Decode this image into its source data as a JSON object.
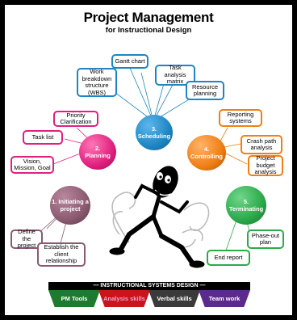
{
  "header": {
    "title": "Project Management",
    "subtitle": "for Instructional Design"
  },
  "phases": [
    {
      "number": "1.",
      "label": "Initiating a project",
      "color": "#8B5A70"
    },
    {
      "number": "2.",
      "label": "Planning",
      "color": "#E0207F"
    },
    {
      "number": "3.",
      "label": "Scheduling",
      "color": "#1E86C4"
    },
    {
      "number": "4.",
      "label": "Controlling",
      "color": "#F07F14"
    },
    {
      "number": "5.",
      "label": "Terminating",
      "color": "#2BAA4A"
    }
  ],
  "tasks": {
    "scheduling": [
      "Gantt chart",
      "Work breakdown structure (WBS)",
      "Task analysis matrix",
      "Resource planning"
    ],
    "planning": [
      "Priority Clarification",
      "Task list",
      "Vision, Mission, Goal"
    ],
    "controlling": [
      "Reporting systems",
      "Crash path analysis",
      "Project budget analysis"
    ],
    "initiating": [
      "Define the project",
      "Establish the client relationship"
    ],
    "terminating": [
      "Phase-out plan",
      "End report"
    ]
  },
  "footer_banner": {
    "title": "— INSTRUCTIONAL SYSTEMS DESIGN —",
    "skills": [
      {
        "label": "PM Tools",
        "color": "#1E7A2E",
        "text_color": "#FFFFFF"
      },
      {
        "label": "Analysis skills",
        "color": "#C8141E",
        "text_color": "#F4A3C4"
      },
      {
        "label": "Verbal skills",
        "color": "#3A3A3A",
        "text_color": "#FFFFFF"
      },
      {
        "label": "Team work",
        "color": "#5B2A8C",
        "text_color": "#FFFFFF"
      }
    ]
  }
}
